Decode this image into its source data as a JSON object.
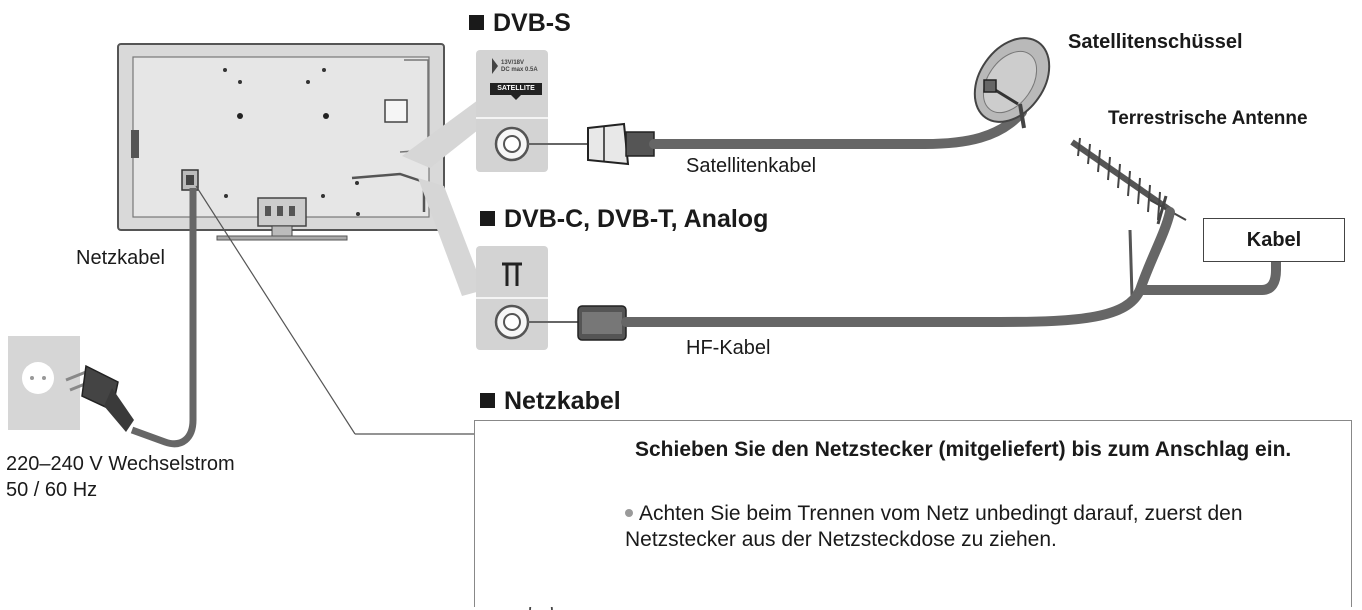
{
  "sections": {
    "dvbs": "DVB-S",
    "dvbc": "DVB-C, DVB-T, Analog",
    "netzkabel": "Netzkabel"
  },
  "labels": {
    "satellite_dish": "Satellitenschüssel",
    "terrestrial_antenna": "Terrestrische Antenne",
    "satellite_cable": "Satellitenkabel",
    "rf_cable": "HF-Kabel",
    "cable_box": "Kabel",
    "power_cord": "Netzkabel",
    "voltage": "220–240 V Wechselstrom",
    "frequency": "50 / 60 Hz",
    "satellite_port": "SATELLITE",
    "satellite_port_small_line1": "13V/18V",
    "satellite_port_small_line2": "DC max 0.5A"
  },
  "note": {
    "title": "Schieben Sie den Netzstecker (mitgeliefert) bis zum Anschlag ein.",
    "bullet": "Achten Sie beim Trennen vom Netz unbedingt darauf, zuerst den Netzstecker aus der Netzsteckdose zu ziehen."
  }
}
